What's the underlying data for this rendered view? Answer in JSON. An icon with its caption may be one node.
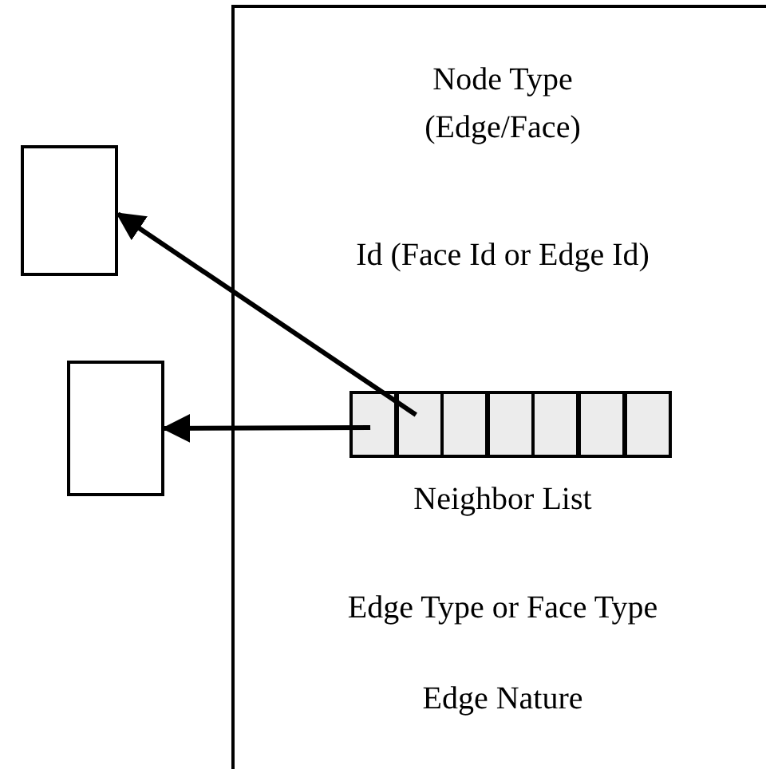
{
  "diagram": {
    "nodes": [
      {
        "text": [
          "Node Type (Edge/Face)",
          "Id (Face Id or Edge Id)",
          "Neighbor List",
          "Edge Type or Face Type",
          "Edge Nature"
        ]
      },
      {
        "text": [],
        "shape": "box"
      },
      {
        "text": [],
        "shape": "box"
      },
      {
        "text": [],
        "shape": "box",
        "in": 0
      },
      {
        "text": [],
        "shape": "box",
        "in": 0
      },
      {
        "text": [],
        "shape": "box",
        "in": 0
      },
      {
        "text": [],
        "shape": "box",
        "in": 0
      },
      {
        "text": [],
        "shape": "box",
        "in": 0
      },
      {
        "text": [],
        "shape": "box",
        "in": 0
      },
      {
        "text": [],
        "shape": "box",
        "in": 0
      }
    ],
    "edges": [
      {
        "from": 4,
        "to": 1,
        "arrow": "to"
      },
      {
        "from": 3,
        "to": 2,
        "arrow": "to"
      }
    ]
  }
}
